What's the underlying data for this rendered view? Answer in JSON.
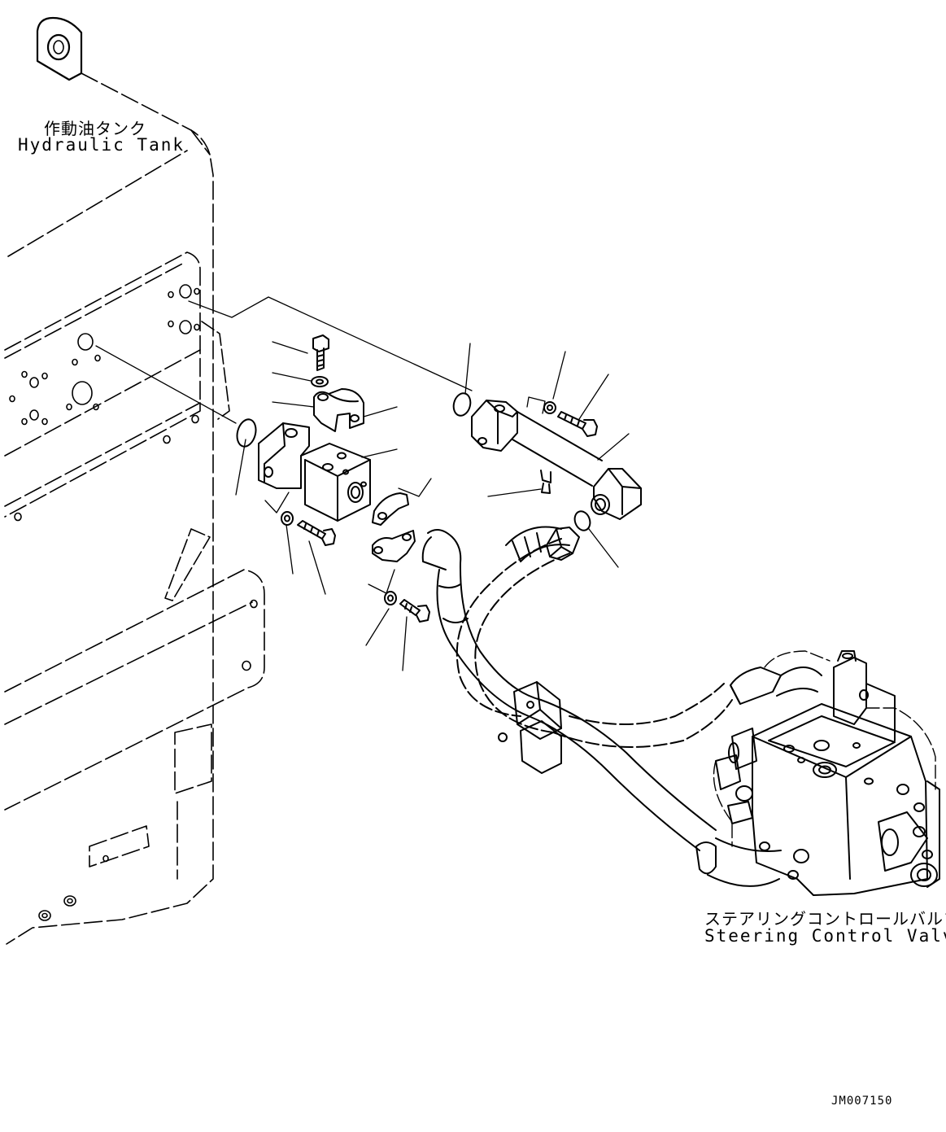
{
  "labels": {
    "tank_jp": "作動油タンク",
    "tank_en": "Hydraulic Tank",
    "valve_jp": "ステアリングコントロールバルブ",
    "valve_en": "Steering Control Valve",
    "drawing_code": "JM007150"
  }
}
